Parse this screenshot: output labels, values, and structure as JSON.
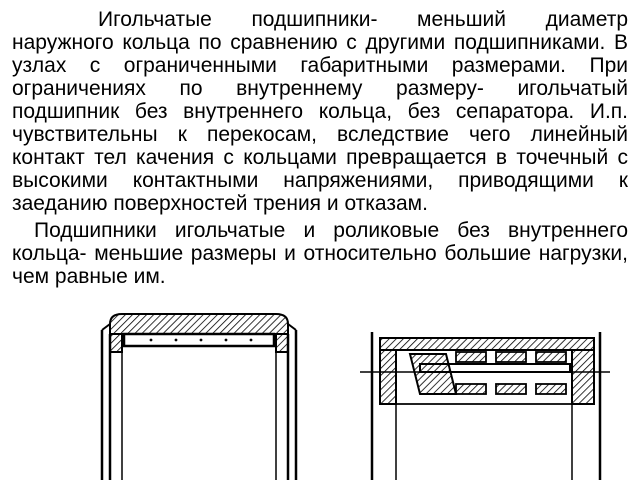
{
  "paragraphs": [
    "Игольчатые подшипники- меньший диаметр наружного кольца по сравнению с другими подшипниками. В узлах с ограниченными габаритными размерами. При ограничениях по внутреннему размеру- игольчатый подшипник без внутреннего кольца, без сепаратора. И.п. чувствительны к перекосам, вследствие чего линейный контакт тел качения с кольцами превращается в точечный с высокими контактными напряжениями, приводящими к заеданию поверхностей трения и отказам.",
    "Подшипники игольчатые и роликовые без внутреннего кольца- меньшие размеры и относительно большие нагрузки, чем равные им."
  ],
  "figures": [
    {
      "name": "needle-bearing-drawn-cup"
    },
    {
      "name": "needle-bearing-with-separator"
    }
  ]
}
